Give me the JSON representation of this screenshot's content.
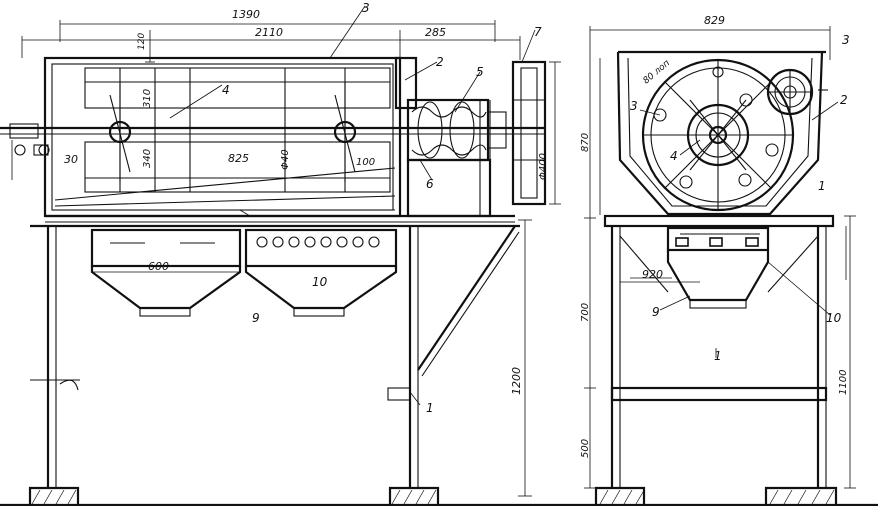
{
  "dimensions": {
    "front_overall_length": "1390",
    "front_body_length": "2110",
    "front_right_offset": "285",
    "front_top_small": "120",
    "front_inner_310": "310",
    "front_inner_340": "340",
    "front_825": "825",
    "front_phi40": "Φ40",
    "front_100": "100",
    "front_30": "30",
    "front_phi400": "Φ400",
    "front_600": "600",
    "front_height_1200": "1200",
    "side_width_829": "829",
    "side_870": "870",
    "side_920": "920",
    "side_700": "700",
    "side_1100": "1100",
    "side_500": "500",
    "side_rim": "80 лоп"
  },
  "callouts": {
    "c1a": "1",
    "c1b": "1",
    "c1c": "1",
    "c2a": "2",
    "c2b": "2",
    "c3a": "3",
    "c3b": "3",
    "c3c": "3",
    "c4a": "4",
    "c4b": "4",
    "c5": "5",
    "c6": "6",
    "c7": "7",
    "c9a": "9",
    "c9b": "9",
    "c10a": "10",
    "c10b": "10"
  }
}
